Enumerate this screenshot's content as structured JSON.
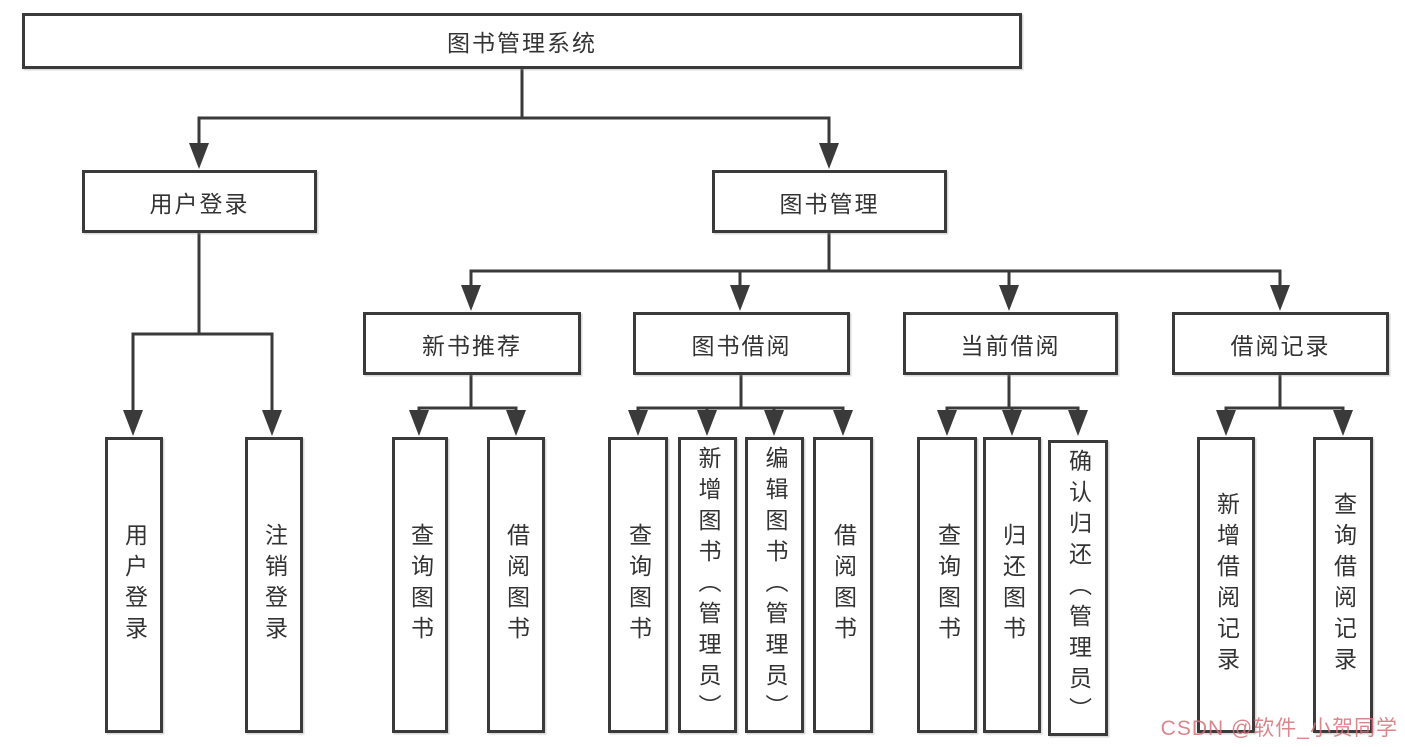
{
  "diagram": {
    "title": "图书管理系统",
    "level2": [
      {
        "label": "用户登录"
      },
      {
        "label": "图书管理"
      }
    ],
    "level3": [
      {
        "label": "新书推荐"
      },
      {
        "label": "图书借阅"
      },
      {
        "label": "当前借阅"
      },
      {
        "label": "借阅记录"
      }
    ],
    "leaves": {
      "user_login": [
        {
          "label": "用户登录"
        },
        {
          "label": "注销登录"
        }
      ],
      "new_book_rec": [
        {
          "label": "查询图书"
        },
        {
          "label": "借阅图书"
        }
      ],
      "book_borrow": [
        {
          "label": "查询图书"
        },
        {
          "label": "新增图书（管理员）"
        },
        {
          "label": "编辑图书（管理员）"
        },
        {
          "label": "借阅图书"
        }
      ],
      "current_borrow": [
        {
          "label": "查询图书"
        },
        {
          "label": "归还图书"
        },
        {
          "label": "确认归还（管理员）"
        }
      ],
      "borrow_records": [
        {
          "label": "新增借阅记录"
        },
        {
          "label": "查询借阅记录"
        }
      ]
    },
    "watermark": "CSDN @软件_小贺同学",
    "colors": {
      "line": "#3a3a3a",
      "text": "#333333",
      "watermark": "#d4717a",
      "background": "#ffffff"
    }
  }
}
